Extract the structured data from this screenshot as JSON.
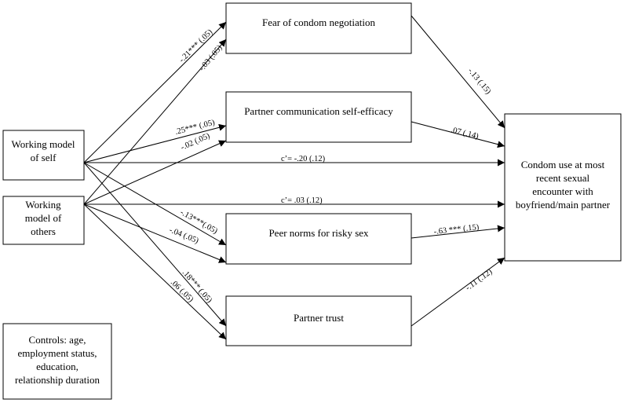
{
  "nodes": {
    "self": {
      "lines": [
        "Working model",
        "of self"
      ]
    },
    "others": {
      "lines": [
        "Working",
        "model of",
        "others"
      ]
    },
    "fear": {
      "lines": [
        "Fear of condom negotiation"
      ]
    },
    "partner_comm": {
      "lines": [
        "Partner communication self-efficacy"
      ]
    },
    "peer": {
      "lines": [
        "Peer norms for risky sex"
      ]
    },
    "trust": {
      "lines": [
        "Partner trust"
      ]
    },
    "outcome": {
      "lines": [
        "Condom use at most",
        "recent sexual",
        "encounter with",
        "boyfriend/main partner"
      ]
    },
    "controls": {
      "lines": [
        "Controls: age,",
        "employment status,",
        "education,",
        "relationship duration"
      ]
    }
  },
  "paths": {
    "self_fear": "-.21*** (.05)",
    "others_fear": "-.03 (.05)",
    "self_comm": ".25*** (.05)",
    "others_comm": "-.02 (.05)",
    "self_outcome": "c’= -.20 (.12)",
    "others_outcome": "c’= .03 (.12)",
    "self_peer": "-.13***(.05)",
    "others_peer": "-.04 (.05)",
    "self_trust": ".18*** (.05)",
    "others_trust": ".06 (.05)",
    "fear_outcome": "-.13 (.15)",
    "comm_outcome": ".07 (.14)",
    "peer_outcome": "-.63 *** (.15)",
    "trust_outcome": "-.11 (.12)"
  }
}
